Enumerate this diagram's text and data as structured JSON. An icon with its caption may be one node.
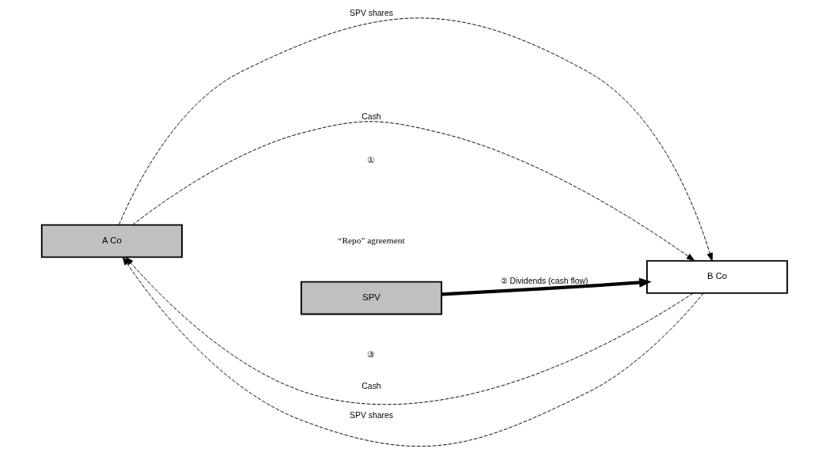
{
  "diagram": {
    "nodes": [
      {
        "text": [
          "A Co"
        ]
      },
      {
        "text": [
          "B Co"
        ]
      },
      {
        "text": [
          "SPV"
        ]
      }
    ],
    "edges": [
      {
        "from": 0,
        "to": 1,
        "arrow": "to",
        "label": "SPV shares",
        "style": "dashed"
      },
      {
        "from": 1,
        "to": 0,
        "arrow": "to",
        "label": "Cash",
        "style": "dashed"
      },
      {
        "from": 0,
        "to": 1,
        "arrow": "to",
        "label": "Cash",
        "style": "dashed"
      },
      {
        "from": 1,
        "to": 0,
        "arrow": "to",
        "label": "SPV shares",
        "style": "dashed"
      },
      {
        "from": 2,
        "to": 1,
        "arrow": "to",
        "label": "② Dividends (cash flow)",
        "style": "thick"
      }
    ],
    "labels": [
      "①",
      "“Repo” agreement",
      "③"
    ]
  }
}
